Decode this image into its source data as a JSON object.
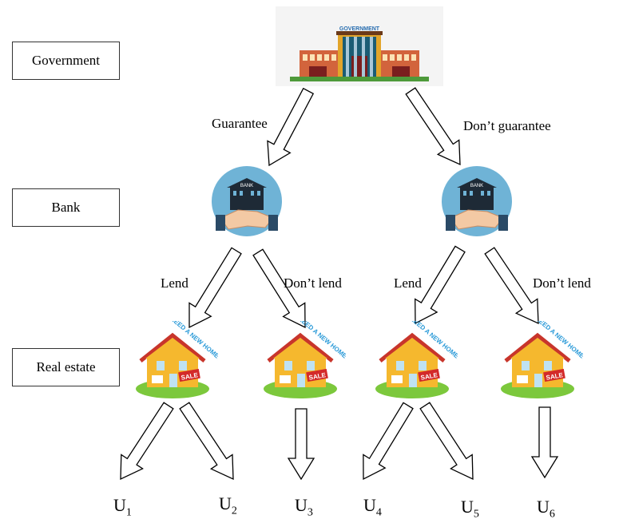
{
  "levels": {
    "government": "Government",
    "bank": "Bank",
    "real_estate": "Real estate"
  },
  "edges": {
    "guarantee": "Guarantee",
    "dont_guarantee": "Don’t guarantee",
    "lend_left": "Lend",
    "dont_lend_left": "Don’t lend",
    "lend_right": "Lend",
    "dont_lend_right": "Don’t lend"
  },
  "outcomes": [
    {
      "base": "U",
      "sub": "1"
    },
    {
      "base": "U",
      "sub": "2"
    },
    {
      "base": "U",
      "sub": "3"
    },
    {
      "base": "U",
      "sub": "4"
    },
    {
      "base": "U",
      "sub": "5"
    },
    {
      "base": "U",
      "sub": "6"
    }
  ],
  "icons": {
    "government_sign": "GOVERNMENT",
    "bank_sign": "BANK",
    "house_banner": "NEED A NEW HOME?",
    "house_sale": "SALE"
  }
}
